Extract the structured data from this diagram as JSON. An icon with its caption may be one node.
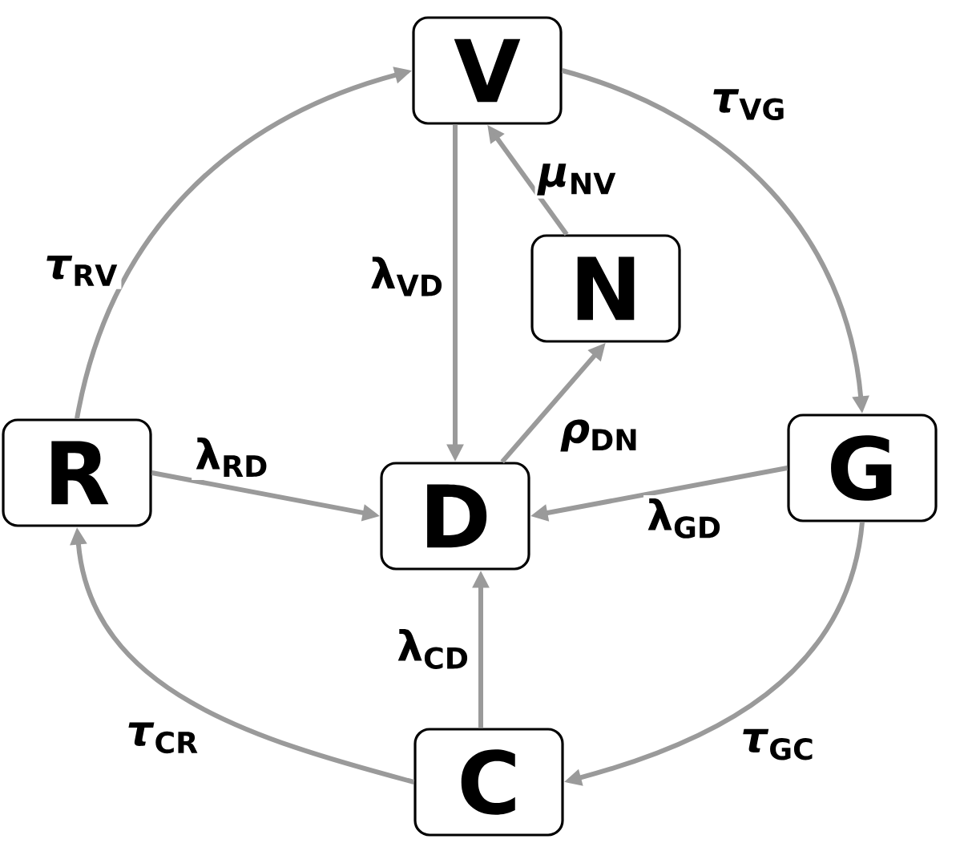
{
  "diagram": {
    "nodes": [
      {
        "text": [
          "V"
        ]
      },
      {
        "text": [
          "N"
        ]
      },
      {
        "text": [
          "R"
        ]
      },
      {
        "text": [
          "D"
        ]
      },
      {
        "text": [
          "G"
        ]
      },
      {
        "text": [
          "C"
        ]
      }
    ],
    "edges": [
      {
        "from": 2,
        "to": 0,
        "arrow": "to",
        "label": "*τ*$_{RV}$"
      },
      {
        "from": 0,
        "to": 4,
        "arrow": "to",
        "label": "*τ*$_{VG}$"
      },
      {
        "from": 4,
        "to": 5,
        "arrow": "to",
        "label": "*τ*$_{GC}$"
      },
      {
        "from": 5,
        "to": 2,
        "arrow": "to",
        "label": "*τ*$_{CR}$"
      },
      {
        "from": 0,
        "to": 3,
        "arrow": "to",
        "label": "λ$_{VD}$"
      },
      {
        "from": 1,
        "to": 0,
        "arrow": "to",
        "label": "*μ*$_{NV}$"
      },
      {
        "from": 3,
        "to": 1,
        "arrow": "to",
        "label": "*ρ*$_{DN}$"
      },
      {
        "from": 2,
        "to": 3,
        "arrow": "to",
        "label": "λ$_{RD}$"
      },
      {
        "from": 4,
        "to": 3,
        "arrow": "to",
        "label": "λ$_{GD}$"
      },
      {
        "from": 5,
        "to": 3,
        "arrow": "to",
        "label": "λ$_{CD}$"
      }
    ]
  }
}
